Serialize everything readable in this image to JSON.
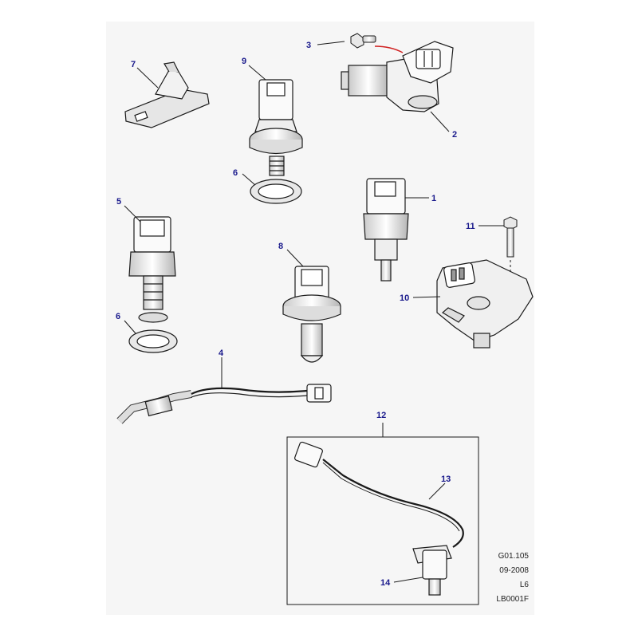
{
  "callouts": {
    "c1": "1",
    "c2": "2",
    "c3": "3",
    "c4": "4",
    "c5": "5",
    "c6a": "6",
    "c6b": "6",
    "c7": "7",
    "c8": "8",
    "c9": "9",
    "c10": "10",
    "c11": "11",
    "c12": "12",
    "c13": "13",
    "c14": "14"
  },
  "reference": {
    "code": "G01.105",
    "date": "09-2008",
    "line": "L6",
    "drawing": "LB0001F"
  },
  "colors": {
    "callout": "#1a1a8c",
    "leader_red": "#d02020",
    "line": "#1a1a1a",
    "panel": "#f6f6f6"
  }
}
